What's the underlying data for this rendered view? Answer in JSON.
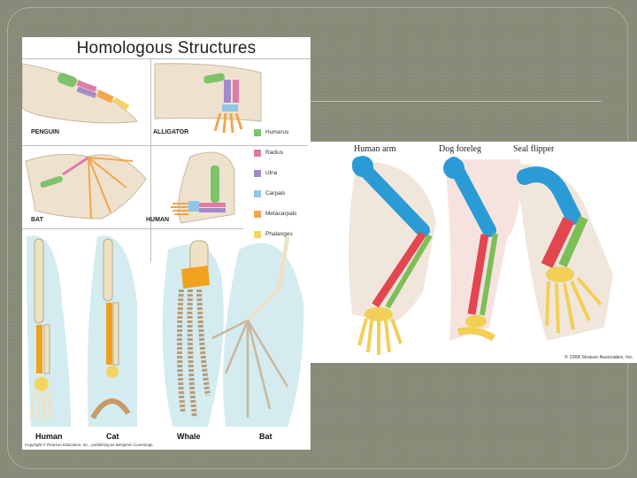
{
  "left_panel": {
    "title": "Homologous Structures",
    "captions": {
      "penguin": "PENGUIN",
      "alligator": "ALLIGATOR",
      "bat_top": "BAT",
      "human_top": "HUMAN",
      "human": "Human",
      "cat": "Cat",
      "whale": "Whale",
      "bat": "Bat"
    },
    "legend": [
      {
        "label": "Humerus",
        "color": "#7cc36a"
      },
      {
        "label": "Radius",
        "color": "#e07aa6"
      },
      {
        "label": "Ulna",
        "color": "#a58ac8"
      },
      {
        "label": "Carpals",
        "color": "#8fc6e6"
      },
      {
        "label": "Metacarpals",
        "color": "#f2a64a"
      },
      {
        "label": "Phalanges",
        "color": "#f4d35e"
      }
    ],
    "copyright": "Copyright © Pearson Education, Inc., publishing as Benjamin Cummings."
  },
  "right_panel": {
    "captions": [
      "Human arm",
      "Dog foreleg",
      "Seal flipper"
    ],
    "copyright": "© 1998 Sinauer Associates, Inc."
  },
  "colors": {
    "background": "#868b78",
    "bone_humerus_right": "#2b9bd6",
    "bone_radius_right": "#e2474f",
    "bone_ulna_right": "#7cbf57",
    "bone_hand_right": "#f2cf55",
    "bone_generic": "#efe2c2",
    "bone_orange": "#f0a21f",
    "limb_bg": "#d4ecef"
  }
}
